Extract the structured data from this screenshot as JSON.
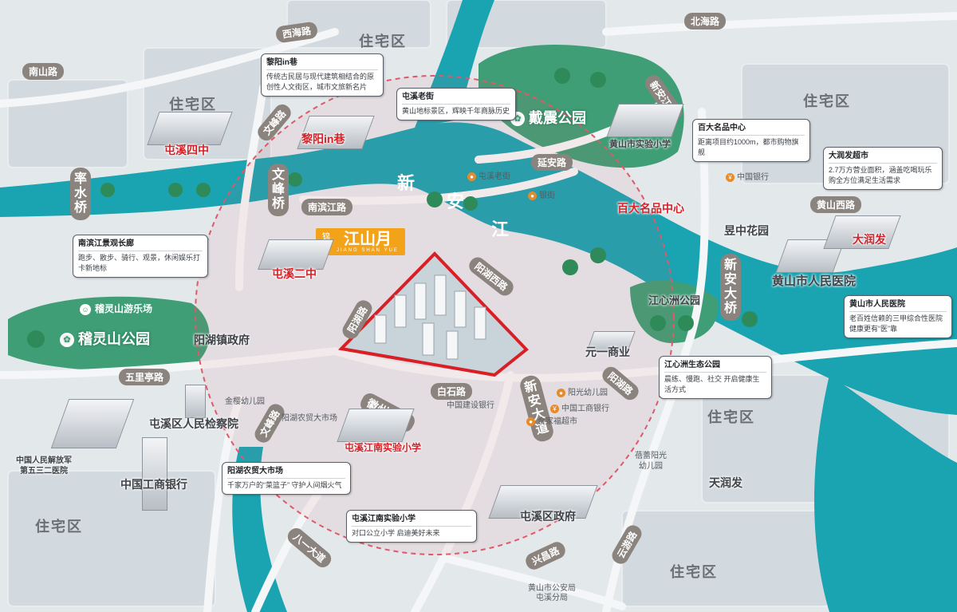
{
  "zones": {
    "top_center": "住宅区",
    "left_top": "住宅区",
    "right_top": "住宅区",
    "right_mid": "住宅区",
    "left_bottom": "住宅区",
    "right_bottom": "住宅区"
  },
  "roads": {
    "xihai": "西海路",
    "beihai": "北海路",
    "nanshan": "南山路",
    "wenfeng_road": "文峰路",
    "wenfeng_bridge": "文峰桥",
    "shuaishui_bridge": "率水桥",
    "nanbinjiang": "南滨江路",
    "yanan": "延安路",
    "xinanjiang_road": "新安江路",
    "huangshan_west": "黄山西路",
    "xinan_bridge": "新安大桥",
    "yanghu_west": "阳湖西路",
    "yanghu": "阳湖路",
    "yanghu_road_right": "阳湖路",
    "wuliting": "五里亭路",
    "baishi": "白石路",
    "huizhou": "徽州大道",
    "xinan_avenue": "新安大道",
    "wenfeng_lower": "文峰路",
    "bayi": "八一大道",
    "xingchang": "兴昌路",
    "yunyou": "云游路"
  },
  "river": {
    "chars": [
      "新",
      "安",
      "江"
    ]
  },
  "parks": {
    "daizhen": "戴震公园",
    "jilingshan": "稽灵山公园",
    "jilingshan_amusement": "稽灵山游乐场",
    "jiangxinzhou": "江心洲公园"
  },
  "project": {
    "brand": "锦绣",
    "name": "江山月",
    "pinyin": "JIANG SHAN YUE"
  },
  "red_pois": {
    "tunxi_no4": "屯溪四中",
    "liyang_inxiang": "黎阳in巷",
    "tunxi_no2": "屯溪二中",
    "baida": "百大名品中心",
    "darunfa": "大润发",
    "jiangnan_school": "屯溪江南实验小学"
  },
  "gray_pois": {
    "huangshan_school": "黄山市实验小学",
    "yuzhong": "昱中花园",
    "hospital": "黄山市人民医院",
    "yanghu_gov": "阳湖镇政府",
    "yuanyi": "元一商业",
    "procuratorate": "屯溪区人民检察院",
    "pla_hospital": "中国人民解放军\n第五三二医院",
    "icbc": "中国工商银行",
    "tunxi_gov": "屯溪区政府",
    "tianrunfa": "天润发"
  },
  "small_pois": {
    "tunxi_old_street": "屯溪老街",
    "yinjie": "银街",
    "boc": "中国银行",
    "jinying": "金樱幼儿园",
    "yanghu_market": "阳湖农贸大市场",
    "ccb": "中国建设银行",
    "yangguang_kg": "阳光幼儿园",
    "icbc_small": "中国工商银行",
    "hejia": "合家福超市",
    "beilei_kg": "蓓蕾阳光\n幼儿园",
    "police": "黄山市公安局\n屯溪分局"
  },
  "info_boxes": {
    "liyang": {
      "title": "黎阳in巷",
      "body": "传统古民居与现代建筑相结合的原创性人文街区，城市文旅新名片"
    },
    "tunxi": {
      "title": "屯溪老街",
      "body": "黄山地标景区，辉映千年商脉历史"
    },
    "baida": {
      "title": "百大名品中心",
      "body": "距离项目约1000m，都市购物旗舰"
    },
    "darunfa": {
      "title": "大润发超市",
      "body": "2.7万方营业面积，涵盖吃喝玩乐购全方位满足生活需求"
    },
    "binjiang": {
      "title": "南滨江景观长廊",
      "body": "跑步、散步、骑行、观景，休闲娱乐打卡新地标"
    },
    "hospital": {
      "title": "黄山市人民医院",
      "body": "老百姓信赖的三甲综合性医院 健康更有“医”靠"
    },
    "jiangxinzhou": {
      "title": "江心洲生态公园",
      "body": "晨练、慢跑、社交 开启健康生活方式"
    },
    "market": {
      "title": "阳湖农贸大市场",
      "body": "千家万户的“菜篮子” 守护人间烟火气"
    },
    "school": {
      "title": "屯溪江南实验小学",
      "body": "对口公立小学 启迪美好未来"
    }
  },
  "colors": {
    "river": "#1aa3b0",
    "park": "#3f9e76",
    "road_label": "#8b837d",
    "accent_red": "#d81f26",
    "logo_orange": "#f3a31a",
    "radius_ring": "#e0586a"
  }
}
